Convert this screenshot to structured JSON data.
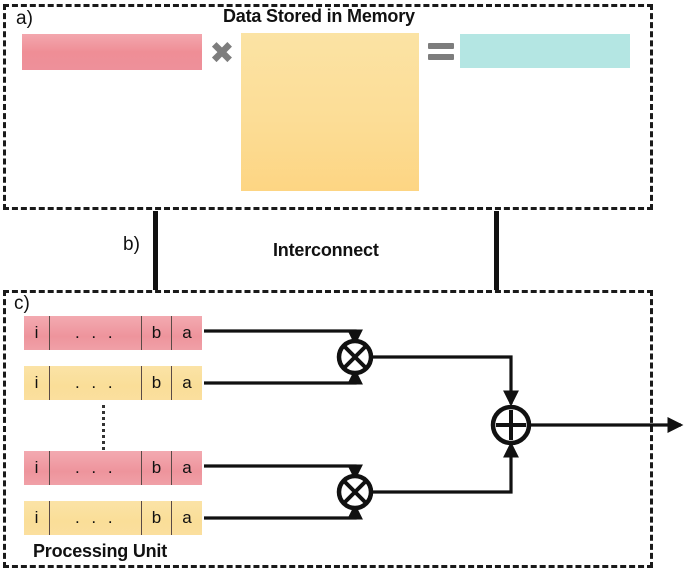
{
  "figure": {
    "panels": [
      {
        "tag": "a)",
        "title": "Data Stored in Memory"
      },
      {
        "tag": "b)",
        "title": "Interconnect"
      },
      {
        "tag": "c)",
        "title": "Processing Unit"
      }
    ]
  },
  "memory": {
    "label_a": "a)",
    "title": "Data Stored in Memory",
    "vector_block": "",
    "matrix_block": "",
    "result_block": "",
    "multiply_symbol": "✖",
    "equals_symbol": "=",
    "colors": {
      "vector": "#ef909a",
      "matrix": "#fbdd95",
      "result": "#b4e6e3",
      "operator": "#7d7d7d"
    }
  },
  "interconnect": {
    "label_b": "b)",
    "title": "Interconnect"
  },
  "processing_unit": {
    "label_c": "c)",
    "title": "Processing Unit",
    "registers": [
      {
        "color": "pink",
        "cells": [
          "i",
          ". . .",
          "b",
          "a"
        ]
      },
      {
        "color": "yellow",
        "cells": [
          "i",
          ". . .",
          "b",
          "a"
        ]
      },
      {
        "color": "pink",
        "cells": [
          "i",
          ". . .",
          "b",
          "a"
        ]
      },
      {
        "color": "yellow",
        "cells": [
          "i",
          ". . .",
          "b",
          "a"
        ]
      }
    ],
    "ellipsis": "⋮",
    "operators": {
      "multiplier_symbol": "⊗",
      "adder_symbol": "⊕",
      "multiplier_count": 2,
      "adder_count": 1
    }
  },
  "colors": {
    "line": "#111111",
    "panel_border": "#1a1a1a",
    "background": "#ffffff",
    "pink": "#ef909a",
    "yellow": "#fbdd95",
    "cyan": "#b4e6e3",
    "grey_operator": "#7d7d7d"
  }
}
